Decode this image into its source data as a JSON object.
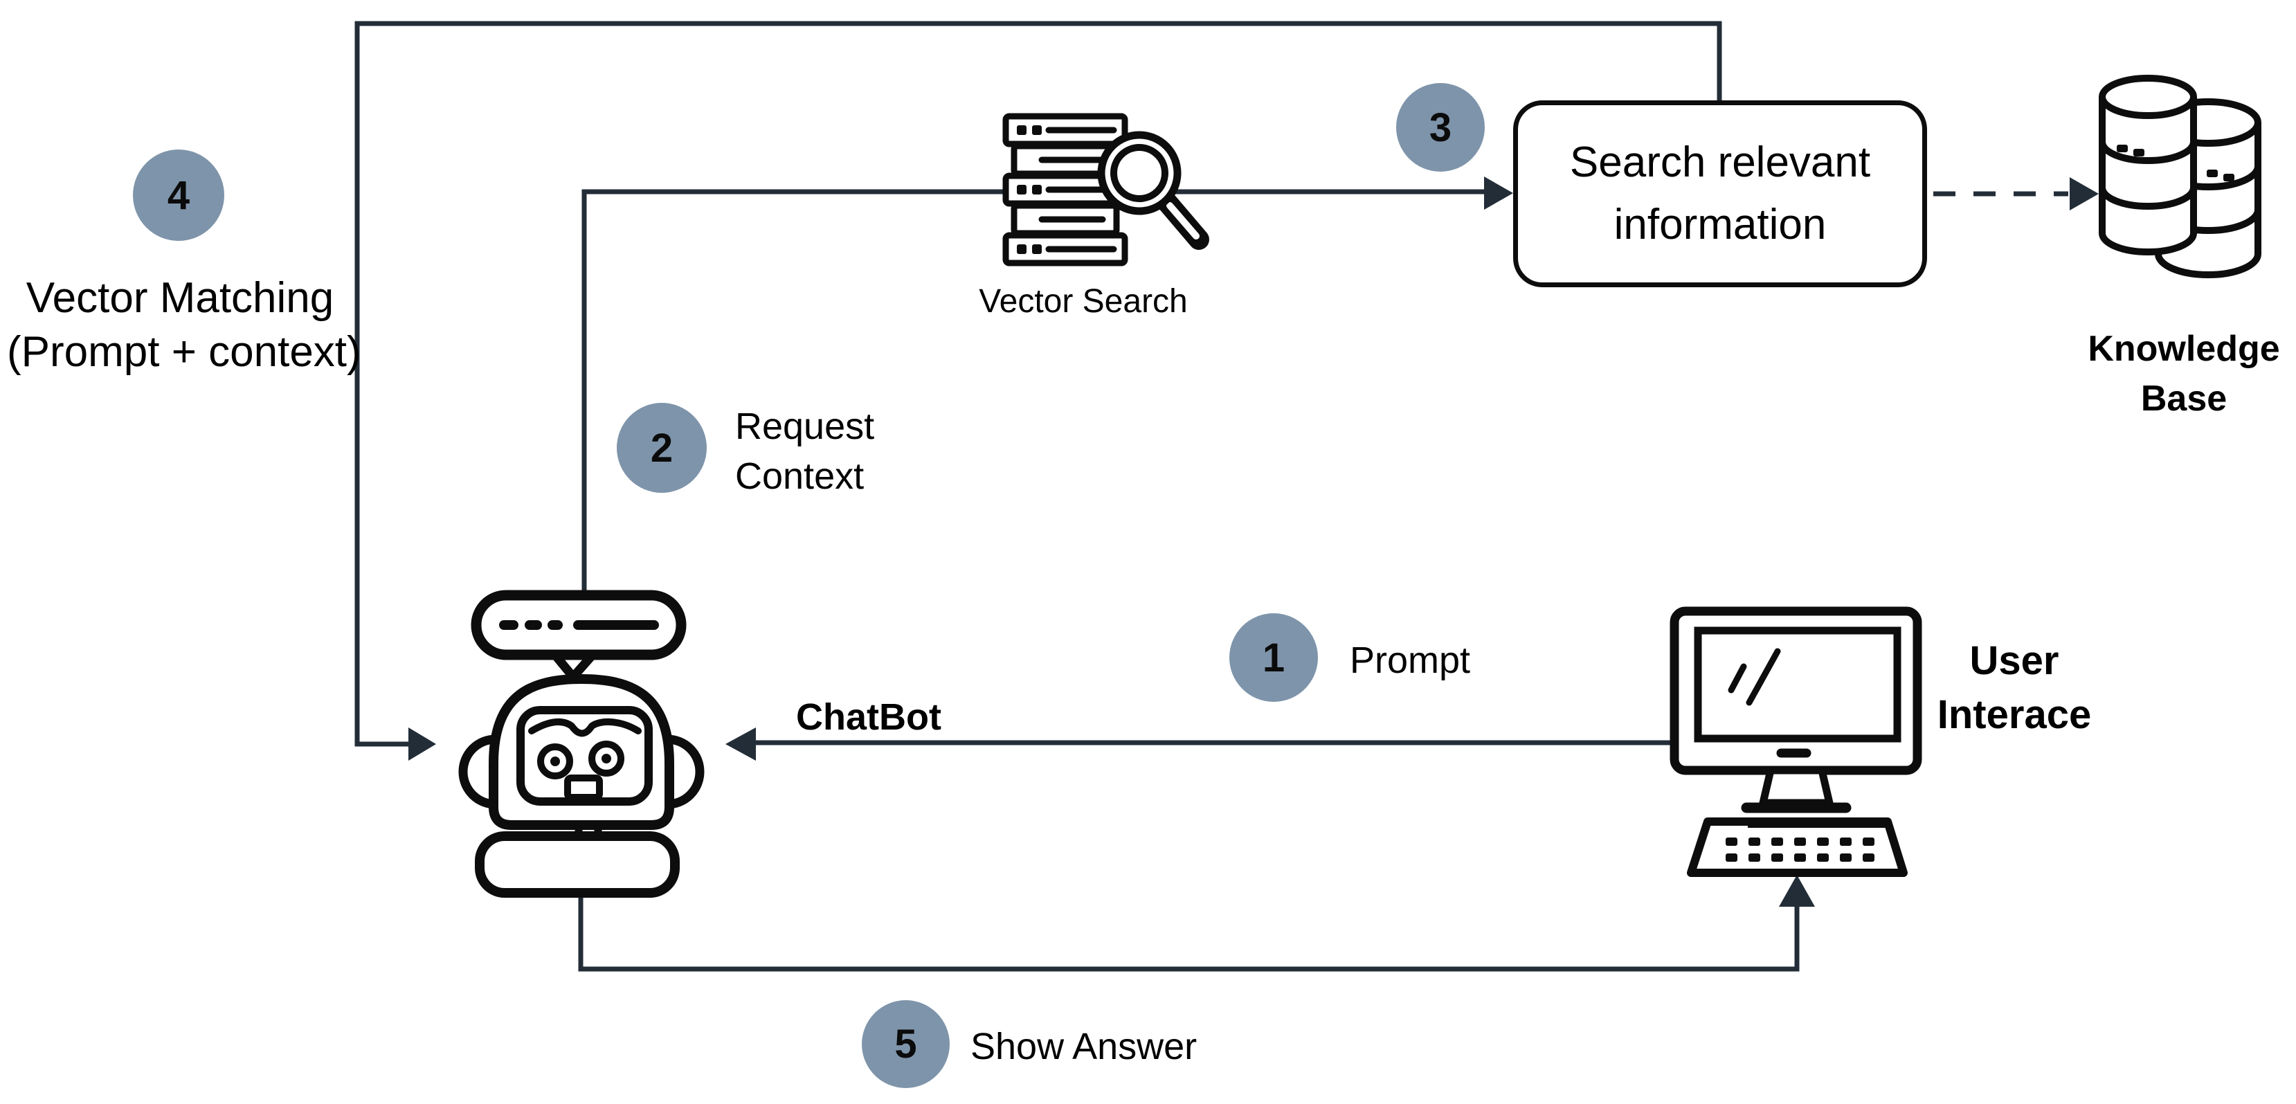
{
  "colors": {
    "step_circle": "#7e94aa",
    "connector": "#232d38",
    "outline": "#0d0d0d",
    "background": "#ffffff"
  },
  "steps": {
    "s1": {
      "num": "1",
      "label": "Prompt"
    },
    "s2": {
      "num": "2",
      "line1": "Request",
      "line2": "Context"
    },
    "s3": {
      "num": "3"
    },
    "s4": {
      "num": "4",
      "line1": "Vector Matching",
      "line2": "(Prompt + context)"
    },
    "s5": {
      "num": "5",
      "label": "Show Answer"
    }
  },
  "nodes": {
    "vector_search": {
      "label": "Vector Search"
    },
    "search_box": {
      "line1": "Search relevant",
      "line2": "information"
    },
    "knowledge_base": {
      "line1": "Knowledge",
      "line2": "Base"
    },
    "chatbot": {
      "label": "ChatBot"
    },
    "user_interface": {
      "line1": "User",
      "line2": "Interace"
    }
  },
  "icons": {
    "vector_search": "server-search-icon",
    "knowledge_base": "database-icon",
    "chatbot": "robot-icon",
    "user_interface": "desktop-computer-icon"
  }
}
